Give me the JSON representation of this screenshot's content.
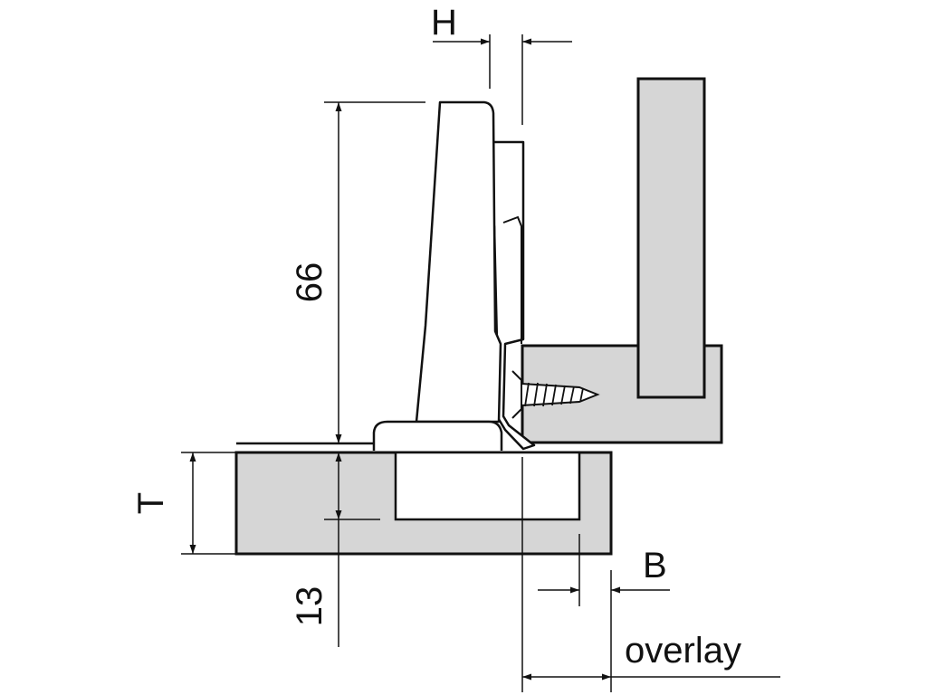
{
  "labels": {
    "h": "H",
    "height": "66",
    "t": "T",
    "drilling_depth": "13",
    "b": "B",
    "overlay": "overlay"
  },
  "colors": {
    "panel_fill": "#d6d6d6",
    "hinge_fill": "#ffffff",
    "stroke": "#111111"
  }
}
